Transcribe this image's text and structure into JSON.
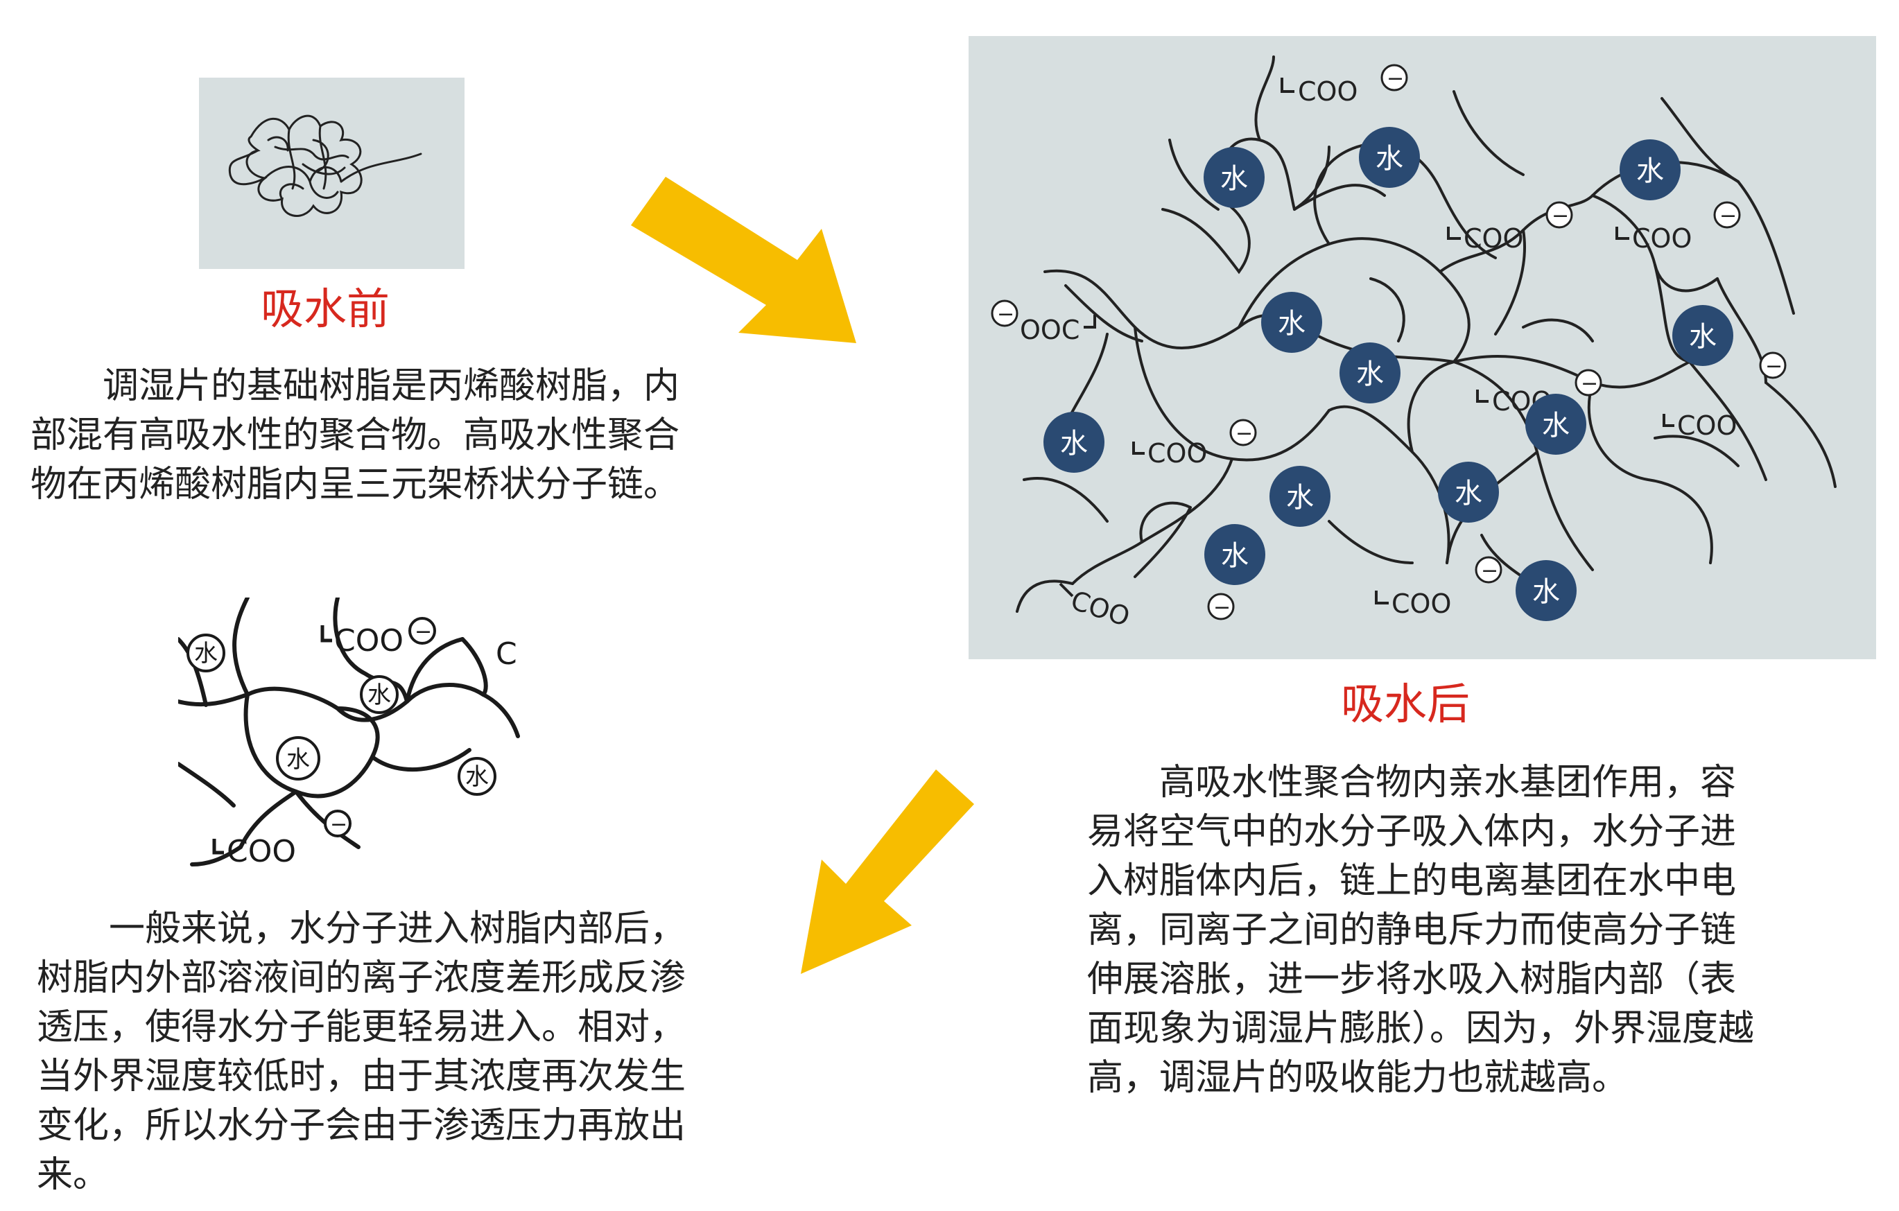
{
  "before": {
    "label": "吸水前",
    "text": "调湿片的基础树脂是丙烯酸树脂，内部混有高吸水性的聚合物。高吸水性聚合物在丙烯酸树脂内呈三元架桥状分子链。"
  },
  "after": {
    "label": "吸水后",
    "text": "高吸水性聚合物内亲水基团作用，容易将空气中的水分子吸入体内，水分子进入树脂体内后，链上的电离基团在水中电离，同离子之间的静电斥力而使高分子链伸展溶胀，进一步将水吸入树脂内部（表面现象为调湿片膨胀）。因为，外界湿度越高，调湿片的吸收能力也就越高。"
  },
  "release": {
    "text": "一般来说，水分子进入树脂内部后，树脂内外部溶液间的离子浓度差形成反渗透压，使得水分子能更轻易进入。相对，当外界湿度较低时，由于其浓度再次发生变化，所以水分子会由于渗透压力再放出来。"
  },
  "diagram": {
    "water_symbol": "水",
    "carboxylate": "COO",
    "carboxylate_left": "OOC",
    "minus": "−",
    "small_partial": "C"
  },
  "colors": {
    "label_red": "#d7281e",
    "arrow_yellow": "#f7bd00",
    "panel_gray": "#d7dfe0",
    "water_navy": "#2a4a72",
    "chain": "#222222"
  },
  "icons": [
    "arrow-right-down-icon",
    "arrow-left-down-icon",
    "water-molecule-icon",
    "negative-charge-icon"
  ]
}
